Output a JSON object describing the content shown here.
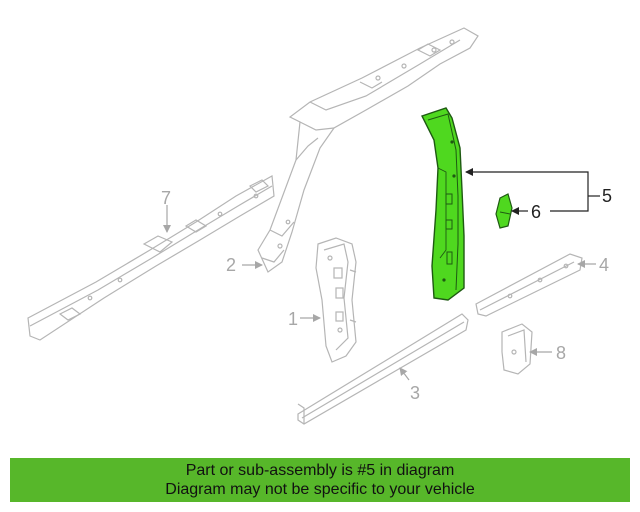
{
  "callouts": [
    {
      "id": "1",
      "label": "1"
    },
    {
      "id": "2",
      "label": "2"
    },
    {
      "id": "3",
      "label": "3"
    },
    {
      "id": "4",
      "label": "4"
    },
    {
      "id": "5",
      "label": "5"
    },
    {
      "id": "6",
      "label": "6"
    },
    {
      "id": "7",
      "label": "7"
    },
    {
      "id": "8",
      "label": "8"
    }
  ],
  "highlight": {
    "part_number": "5",
    "fill_color": "#4fd81f",
    "stroke_color": "#1e5a12"
  },
  "colors": {
    "line_art": "#b5b5b5",
    "banner_bg": "#57b72a"
  },
  "banner": {
    "line1": "Part or sub-assembly is #5 in diagram",
    "line2": "Diagram may not be specific to your vehicle"
  }
}
